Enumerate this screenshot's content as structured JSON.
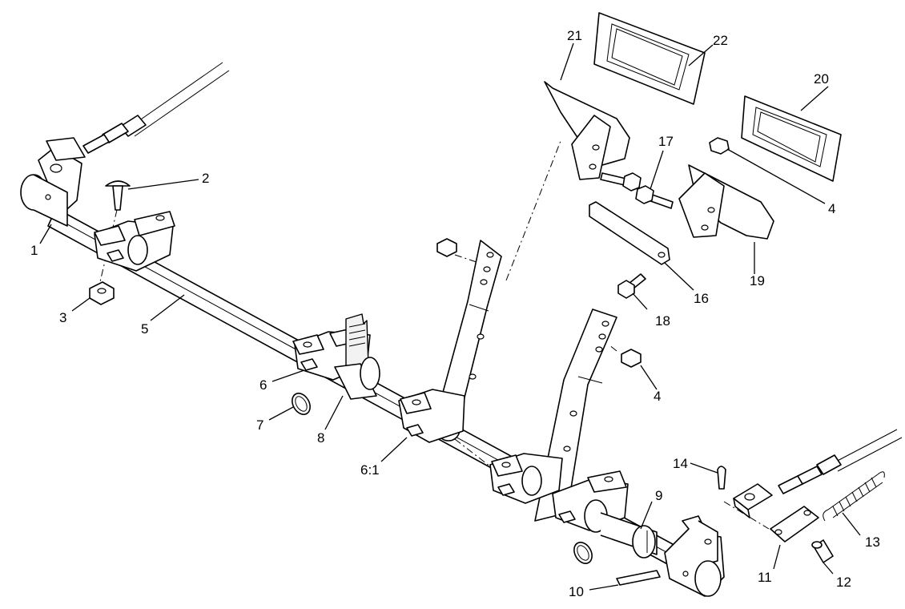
{
  "callouts": {
    "c1": "1",
    "c2": "2",
    "c3": "3",
    "c4a": "4",
    "c4b": "4",
    "c5": "5",
    "c6": "6",
    "c6_1": "6:1",
    "c7": "7",
    "c8": "8",
    "c9": "9",
    "c10": "10",
    "c11": "11",
    "c12": "12",
    "c13": "13",
    "c14": "14",
    "c16": "16",
    "c17": "17",
    "c18": "18",
    "c19": "19",
    "c20": "20",
    "c21": "21",
    "c22": "22"
  }
}
